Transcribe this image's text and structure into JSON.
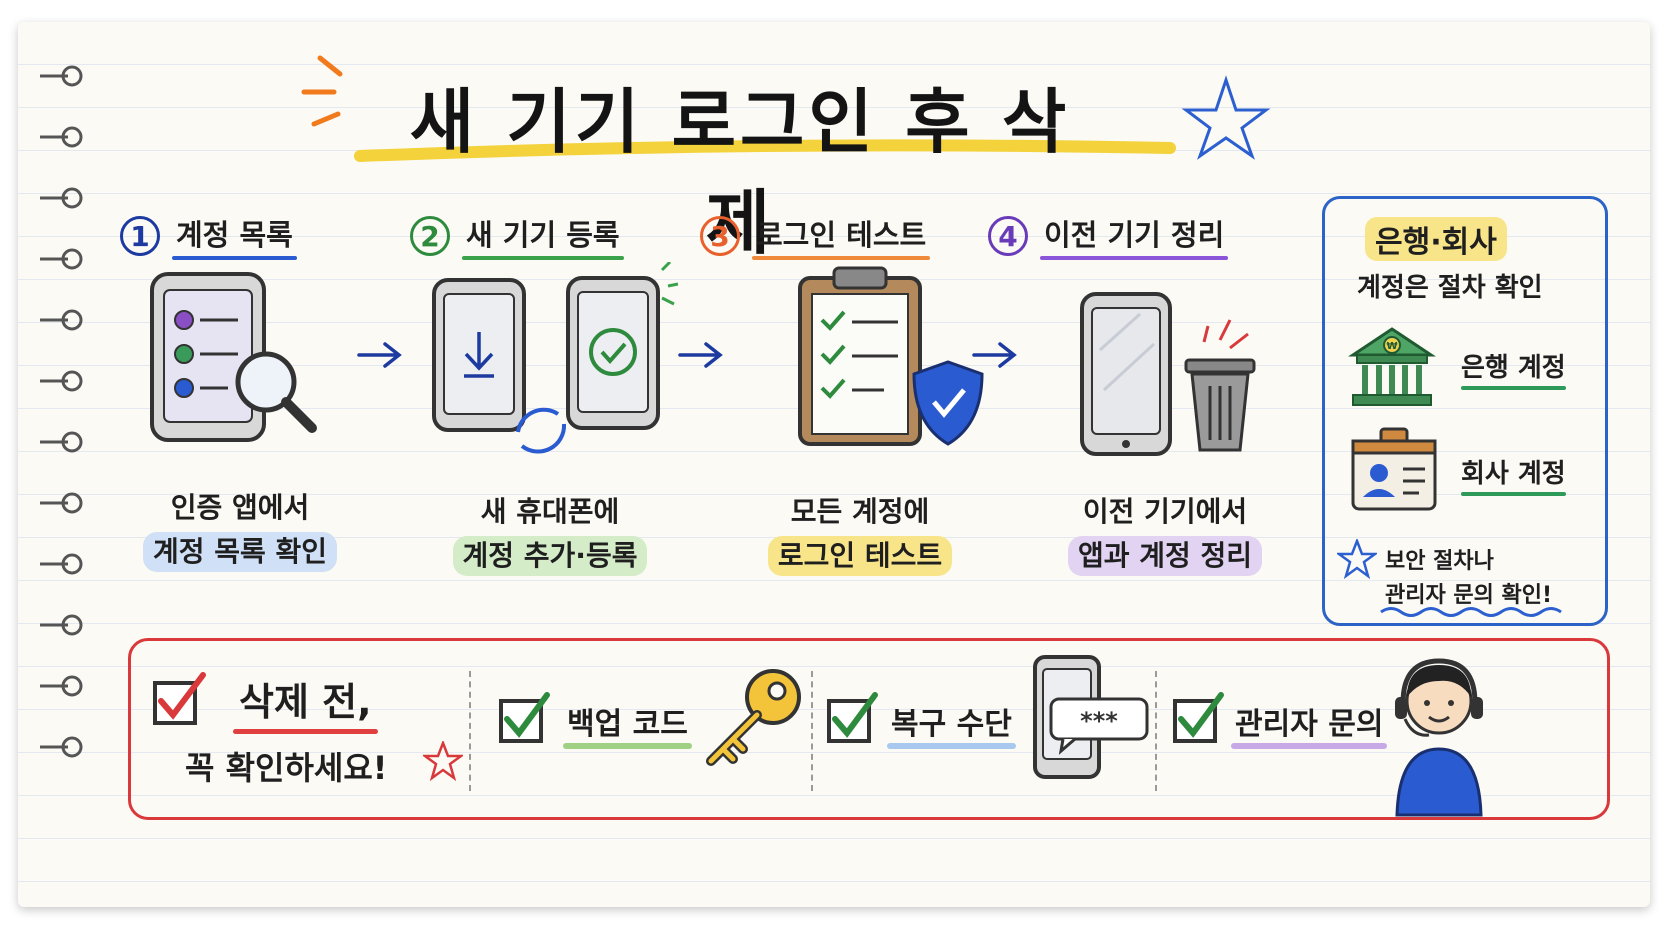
{
  "title": "새 기기 로그인 후 삭제",
  "steps": [
    {
      "num": "1",
      "title": "계정 목록",
      "line1": "인증 앱에서",
      "line2": "계정 목록 확인"
    },
    {
      "num": "2",
      "title": "새 기기 등록",
      "line1": "새 휴대폰에",
      "line2": "계정 추가·등록"
    },
    {
      "num": "3",
      "title": "로그인 테스트",
      "line1": "모든 계정에",
      "line2": "로그인 테스트"
    },
    {
      "num": "4",
      "title": "이전 기기 정리",
      "line1": "이전 기기에서",
      "line2": "앱과 계정 정리"
    }
  ],
  "side": {
    "title1": "은행·회사",
    "title2": "계정은 절차 확인",
    "bank_label": "은행 계정",
    "bank_symbol": "₩",
    "company_label": "회사 계정",
    "note_line1": "보안 절차나",
    "note_line2": "관리자 문의 확인!"
  },
  "checklist": {
    "label": "삭제 전,",
    "sub": "꼭 확인하세요!",
    "items": [
      "백업 코드",
      "복구 수단",
      "관리자 문의"
    ],
    "otp_mask": "***"
  },
  "colors": {
    "step1": "#1c3aa0",
    "step2": "#2e8b3e",
    "step3": "#e8602c",
    "step4": "#6a3bb8",
    "side_border": "#2c63c7",
    "check_border": "#d9393b"
  }
}
